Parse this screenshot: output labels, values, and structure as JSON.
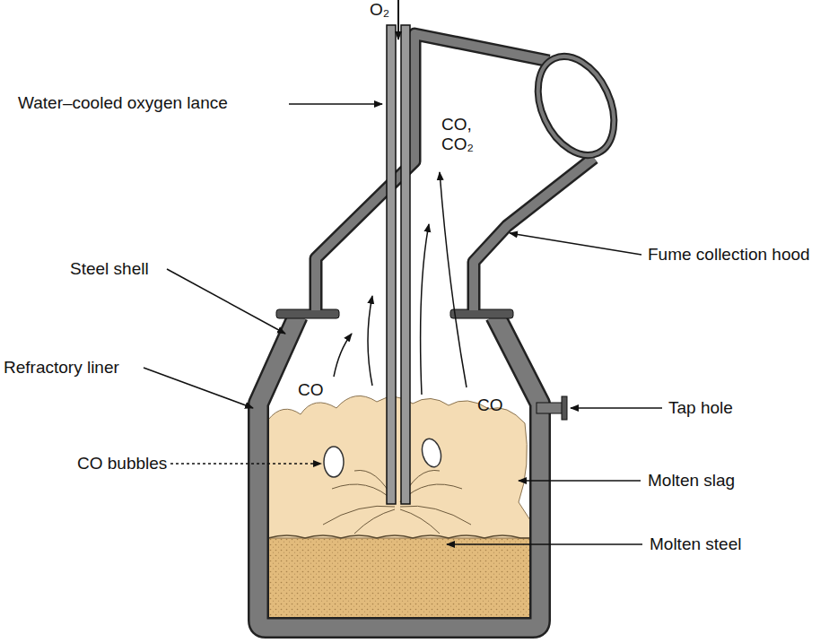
{
  "diagram": {
    "labels": [
      "O₂",
      "Water–cooled oxygen lance",
      "CO, CO₂",
      "Fume collection hood",
      "Steel shell",
      "Refractory liner",
      "CO",
      "CO",
      "Tap hole",
      "CO bubbles",
      "Molten slag",
      "Molten steel"
    ]
  }
}
